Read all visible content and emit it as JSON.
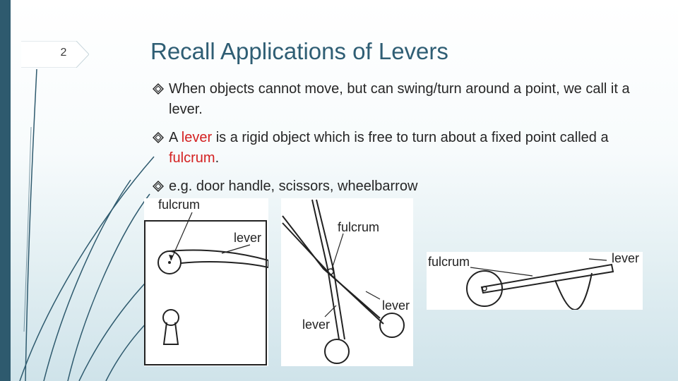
{
  "slide": {
    "number": "2",
    "title": "Recall Applications of Levers"
  },
  "bullets": [
    {
      "parts": [
        "When objects cannot move, but can swing/turn around a point, we call it a lever."
      ]
    },
    {
      "parts": [
        "A ",
        "lever",
        " is a rigid object which is free to turn about a fixed point called a ",
        "fulcrum",
        "."
      ]
    },
    {
      "parts": [
        "e.g. door handle, scissors, wheelbarrow"
      ]
    }
  ],
  "figures": {
    "door_handle": {
      "fulcrum_label": "fulcrum",
      "lever_label": "lever"
    },
    "scissors": {
      "fulcrum_label": "fulcrum",
      "lever_label_right": "lever",
      "lever_label_left": "lever"
    },
    "wheelbarrow": {
      "fulcrum_label": "fulcrum",
      "lever_label": "lever"
    }
  },
  "colors": {
    "accent": "#2f5e74",
    "band": "#2e5a6e",
    "highlight": "#d42121"
  },
  "icons": {
    "bullet": "diamond-bullet-icon"
  }
}
